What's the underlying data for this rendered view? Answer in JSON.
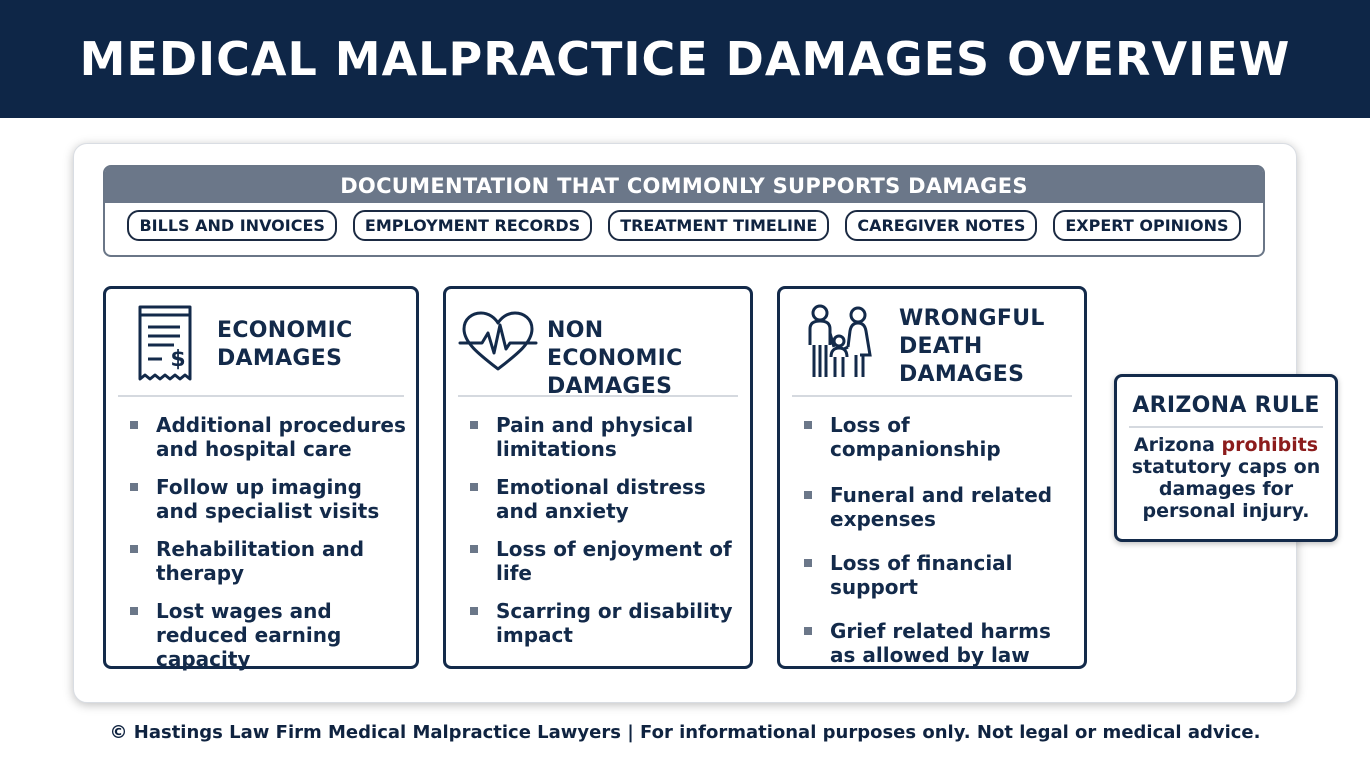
{
  "header": {
    "title": "MEDICAL MALPRACTICE DAMAGES OVERVIEW"
  },
  "documentation": {
    "title": "DOCUMENTATION THAT COMMONLY SUPPORTS DAMAGES",
    "items": [
      "BILLS AND INVOICES",
      "EMPLOYMENT RECORDS",
      "TREATMENT TIMELINE",
      "CAREGIVER NOTES",
      "EXPERT OPINIONS"
    ]
  },
  "cards": [
    {
      "title_line1": "ECONOMIC",
      "title_line2": "DAMAGES",
      "icon": "receipt-dollar-icon",
      "items": [
        "Additional procedures and hospital care",
        "Follow up imaging and specialist visits",
        "Rehabilitation and therapy",
        "Lost wages and reduced earning capacity"
      ]
    },
    {
      "title_line1": "NON ECONOMIC",
      "title_line2": "DAMAGES",
      "icon": "heart-pulse-icon",
      "items": [
        "Pain and physical limitations",
        "Emotional distress and anxiety",
        "Loss of enjoyment of life",
        "Scarring or disability impact"
      ]
    },
    {
      "title_line1": "WRONGFUL",
      "title_line2": "DEATH",
      "title_line3": "DAMAGES",
      "icon": "family-icon",
      "items": [
        "Loss of companionship",
        "Funeral and related expenses",
        "Loss of financial support",
        "Grief related harms as allowed by law"
      ]
    }
  ],
  "rule": {
    "title": "ARIZONA RULE",
    "text_before": "Arizona ",
    "text_highlight": "prohibits",
    "text_after": " statutory caps on damages for personal injury."
  },
  "footer": {
    "text": "© Hastings Law Firm Medical Malpractice Lawyers | For informational purposes only. Not legal or medical advice."
  },
  "colors": {
    "header_bg": "#0e2647",
    "accent_red": "#8c1c1c",
    "docs_bar": "#6b7789"
  }
}
